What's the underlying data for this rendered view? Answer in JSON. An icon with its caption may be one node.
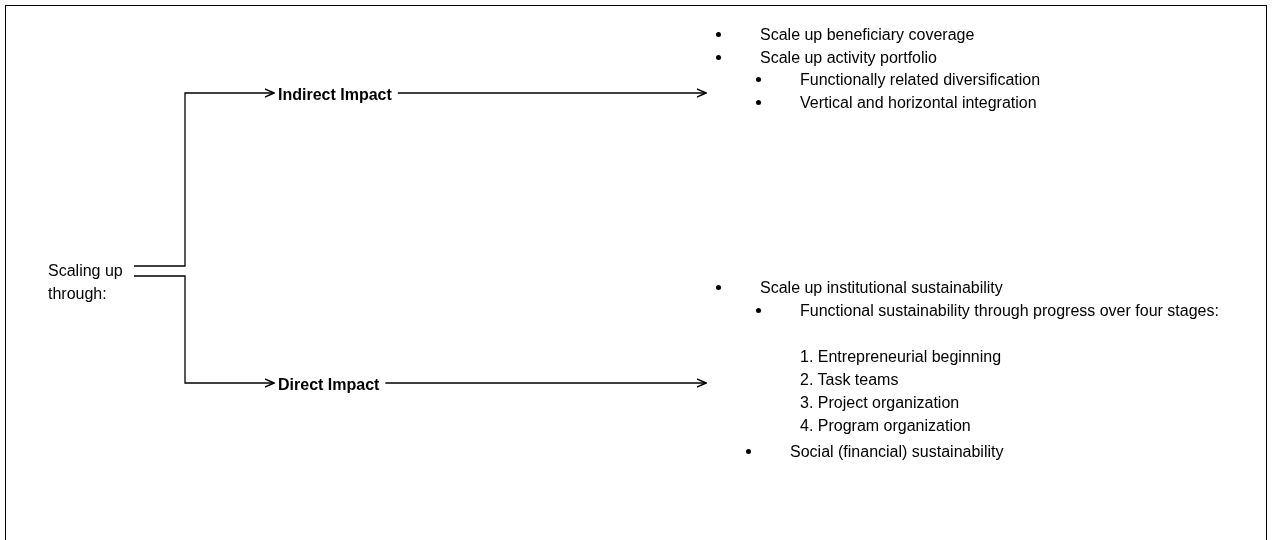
{
  "diagram": {
    "nodes": [
      {
        "text": [
          "Scaling up through:"
        ]
      },
      {
        "text": [
          "Indirect Impact"
        ]
      },
      {
        "text": [
          "Scale up beneficiary coverage",
          "Scale up activity portfolio",
          "Functionally related diversification",
          "Vertical and horizontal integration"
        ]
      },
      {
        "text": [
          "Direct Impact"
        ]
      },
      {
        "text": [
          "Scale up institutional sustainability",
          "Functional sustainability through progress over four stages:",
          "1. Entrepreneurial beginning",
          "2. Task teams",
          "3. Project organization",
          "4. Program organization",
          "Social (financial) sustainability"
        ]
      }
    ],
    "edges": [
      {
        "from": 0,
        "to": 1,
        "arrow": "to"
      },
      {
        "from": 1,
        "to": 2,
        "arrow": "to"
      },
      {
        "from": 0,
        "to": 3,
        "arrow": "to"
      },
      {
        "from": 3,
        "to": 4,
        "arrow": "to"
      }
    ]
  }
}
